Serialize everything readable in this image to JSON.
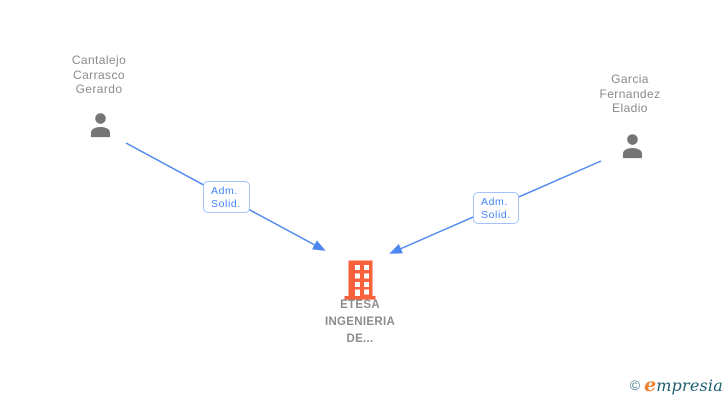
{
  "page": {
    "background": "#ffffff"
  },
  "colors": {
    "edge_blue": "#4E86F0",
    "edge_box_border": "#A3C4F8",
    "edge_box_text": "#4285F4",
    "person_icon_gray": "#757575",
    "person_label_gray": "#8A8A8A",
    "company_label_gray": "#8C8C8C",
    "building_orange": "#F9613C",
    "logo_copyright_teal": "#4A8196",
    "logo_initial_orange": "#EE8434",
    "logo_text_teal": "#1E5F70"
  },
  "nodes": {
    "person1": {
      "name": "Cantalejo Carrasco Gerardo",
      "label_lines": [
        "Cantalejo",
        "Carrasco",
        "Gerardo"
      ]
    },
    "person2": {
      "name": "Garcia Fernandez Eladio",
      "label_lines": [
        "Garcia",
        "Fernandez",
        "Eladio"
      ]
    },
    "company": {
      "name": "ETESA INGENIERIA DE...",
      "label_lines": [
        "ETESA",
        "INGENIERIA",
        "DE..."
      ]
    }
  },
  "edges": [
    {
      "label_line1": "Adm.",
      "label_line2": "Solid."
    },
    {
      "label_line1": "Adm.",
      "label_line2": "Solid."
    }
  ],
  "footer": {
    "copyright": "©",
    "brand_initial": "e",
    "brand_rest": "mpresia"
  }
}
